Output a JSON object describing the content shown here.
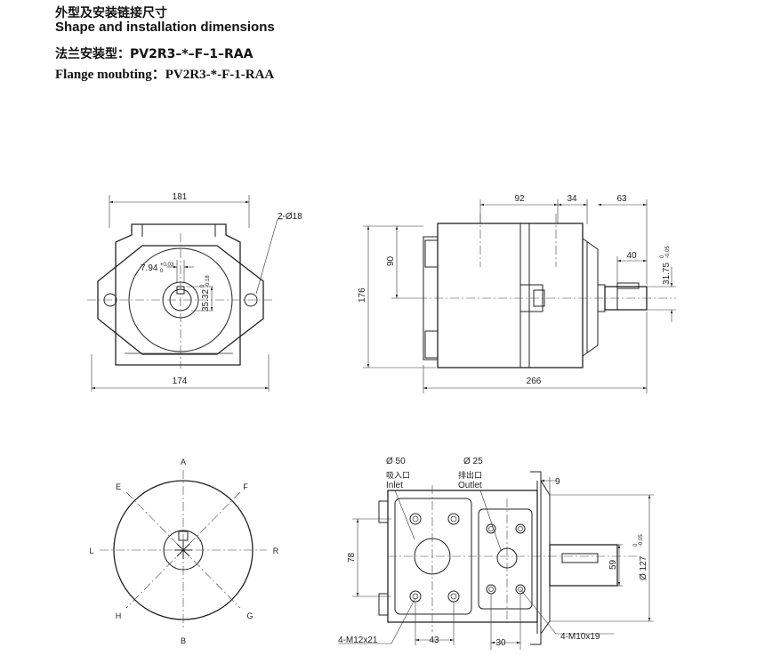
{
  "header": {
    "title_cn": "外型及安装链接尺寸",
    "title_en": "Shape and installation dimensions",
    "mount_cn": "法兰安装型：PV2R3–*–F–1–RAA",
    "mount_en": "Flange moubting：PV2R3-*-F-1-RAA"
  },
  "front_view": {
    "dim_181": "181",
    "dim_174": "174",
    "hole_label": "2-Ø18",
    "key_width": "7.94",
    "key_width_tol_up": "+0.03",
    "key_width_tol_lo": "0",
    "key_height": "35.32",
    "key_height_tol_up": "0",
    "key_height_tol_lo": "-0.18"
  },
  "side_view": {
    "dim_92": "92",
    "dim_34": "34",
    "dim_63": "63",
    "dim_40": "40",
    "dim_90": "90",
    "dim_176": "176",
    "dim_266": "266",
    "shaft_dia": "31.75",
    "shaft_tol_up": "0",
    "shaft_tol_lo": "-0.05"
  },
  "rotation_view": {
    "labels": [
      "A",
      "F",
      "R",
      "G",
      "B",
      "H",
      "L",
      "E"
    ]
  },
  "port_view": {
    "inlet_dia": "Ø 50",
    "inlet_cn": "吸入口",
    "inlet_en": "Inlet",
    "outlet_dia": "Ø 25",
    "outlet_cn": "排出口",
    "outlet_en": "Outlet",
    "dim_9": "9",
    "dim_78": "78",
    "dim_59": "59",
    "pilot_dia": "Ø 127",
    "pilot_tol_up": "0",
    "pilot_tol_lo": "-0.05",
    "dim_43": "43",
    "dim_30": "30",
    "thread_inlet": "4-M12x21",
    "thread_outlet": "4-M10x19"
  }
}
